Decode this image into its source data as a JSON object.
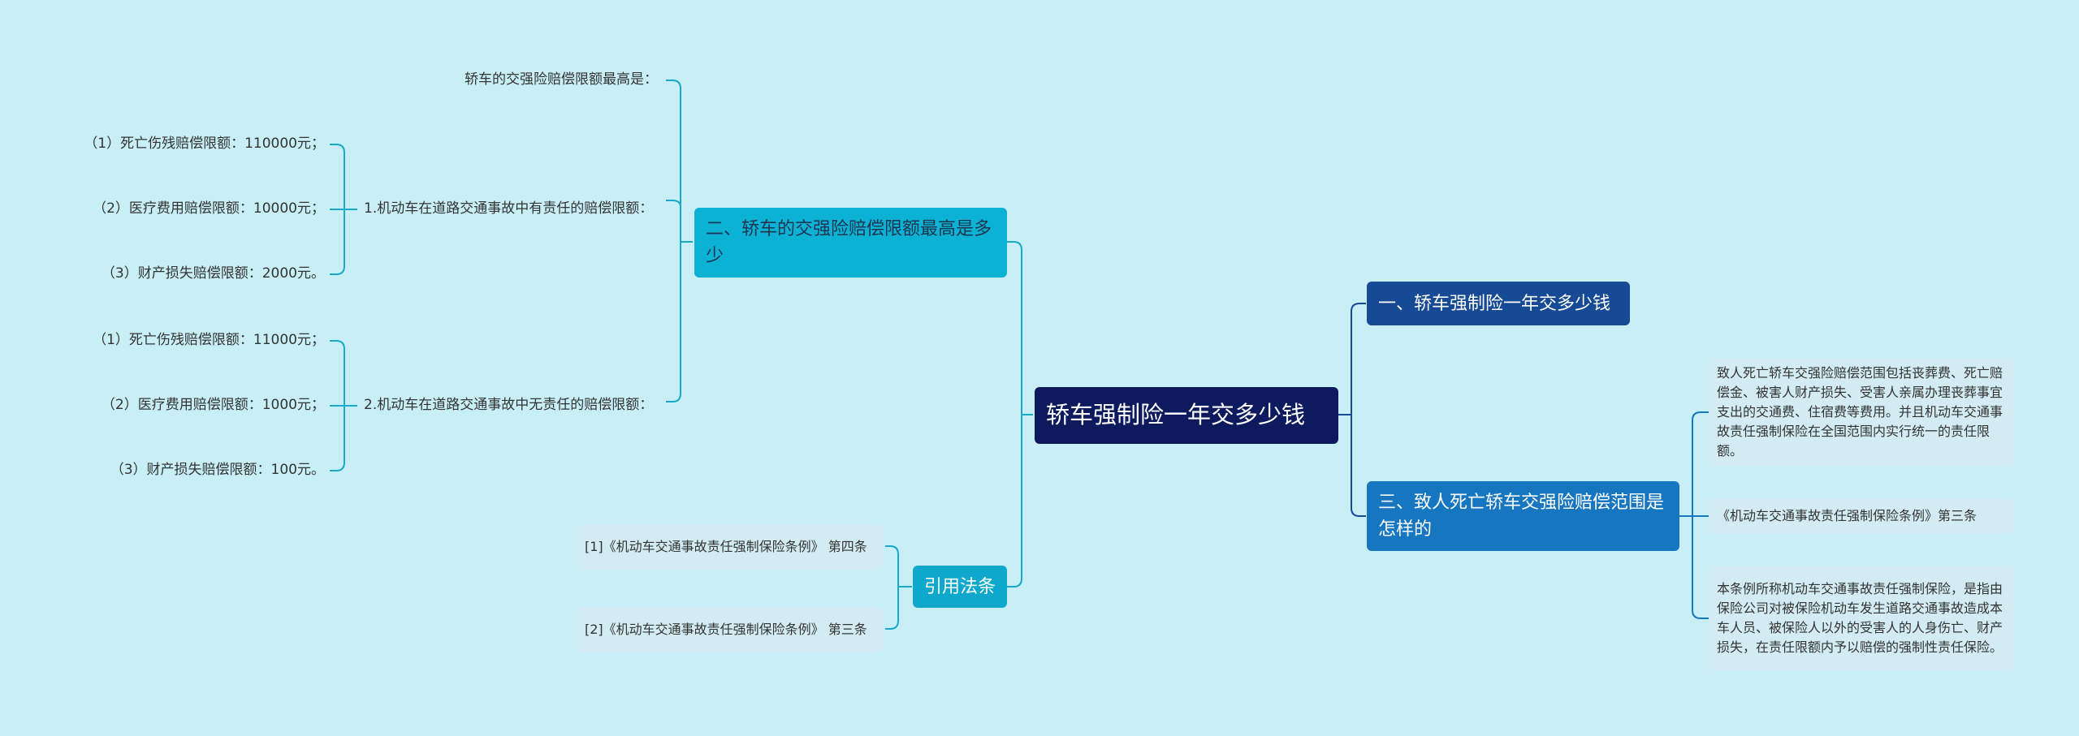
{
  "colors": {
    "background": "#c8eff6",
    "root": "#0d1b5e",
    "branch_cyan": "#0bb2d4",
    "branch_navy": "#174a94",
    "branch_blue": "#1776c0",
    "connector_cyan": "#1aa9c9",
    "connector_blue": "#1776c0"
  },
  "root": {
    "label": "轿车强制险一年交多少钱"
  },
  "left": {
    "section2": {
      "label": "二、轿车的交强险赔偿限额最高是多少",
      "intro": "轿车的交强险赔偿限额最高是：",
      "with_fault": {
        "label": "1.机动车在道路交通事故中有责任的赔偿限额：",
        "items": [
          "（1）死亡伤残赔偿限额：110000元；",
          "（2）医疗费用赔偿限额：10000元；",
          "（3）财产损失赔偿限额：2000元。"
        ]
      },
      "no_fault": {
        "label": "2.机动车在道路交通事故中无责任的赔偿限额：",
        "items": [
          "（1）死亡伤残赔偿限额：11000元；",
          "（2）医疗费用赔偿限额：1000元；",
          "（3）财产损失赔偿限额：100元。"
        ]
      }
    },
    "references": {
      "label": "引用法条",
      "items": [
        "[1]《机动车交通事故责任强制保险条例》 第四条",
        "[2]《机动车交通事故责任强制保险条例》 第三条"
      ]
    }
  },
  "right": {
    "section1": {
      "label": "一、轿车强制险一年交多少钱"
    },
    "section3": {
      "label": "三、致人死亡轿车交强险赔偿范围是怎样的",
      "items": [
        "致人死亡轿车交强险赔偿范围包括丧葬费、死亡赔偿金、被害人财产损失、受害人亲属办理丧葬事宜支出的交通费、住宿费等费用。并且机动车交通事故责任强制保险在全国范围内实行统一的责任限额。",
        "《机动车交通事故责任强制保险条例》第三条",
        "本条例所称机动车交通事故责任强制保险，是指由保险公司对被保险机动车发生道路交通事故造成本车人员、被保险人以外的受害人的人身伤亡、财产损失，在责任限额内予以赔偿的强制性责任保险。"
      ]
    }
  }
}
